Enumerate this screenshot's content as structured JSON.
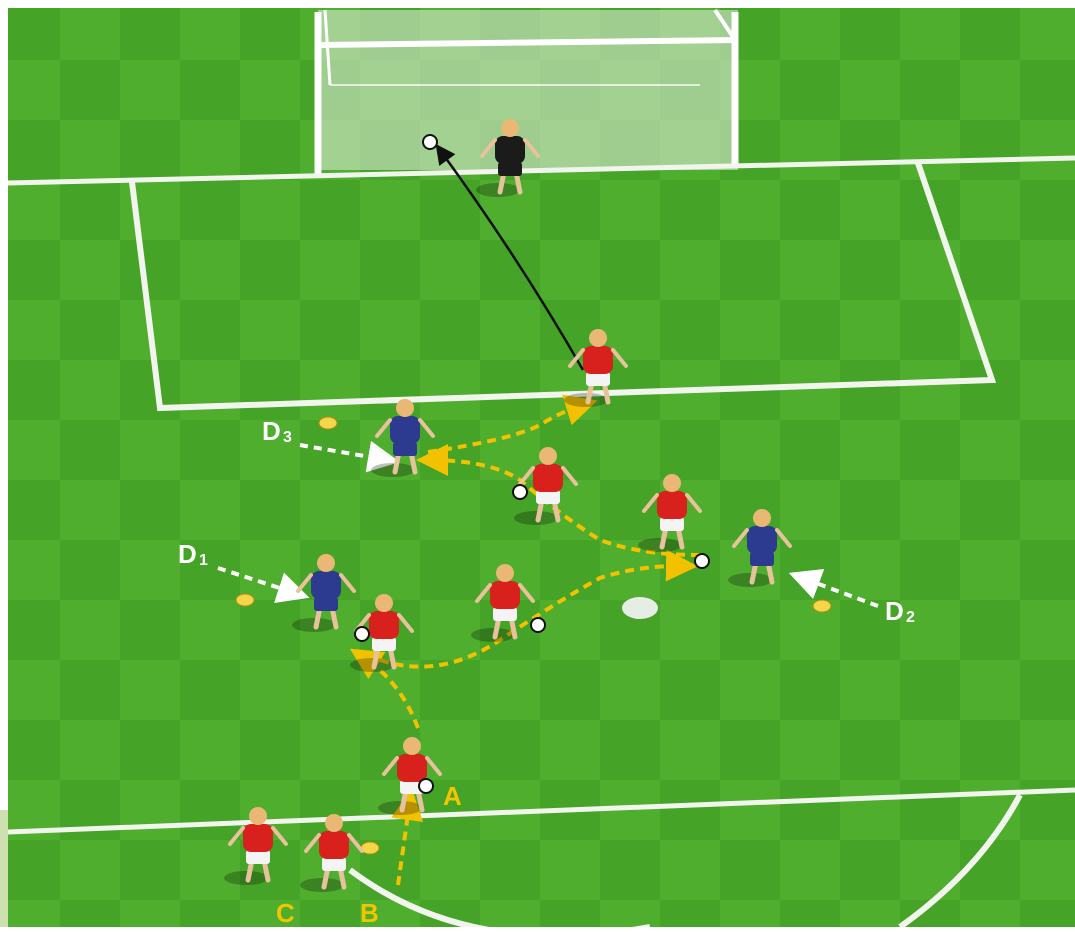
{
  "labels": {
    "d1": {
      "main": "D",
      "sub": "1"
    },
    "d2": {
      "main": "D",
      "sub": "2"
    },
    "d3": {
      "main": "D",
      "sub": "3"
    },
    "a": "A",
    "b": "B",
    "c": "C"
  },
  "colors": {
    "pitch_light": "#4fae2e",
    "pitch_dark": "#3f9a22",
    "line_white": "#f2f5ee",
    "attacker_shirt": "#d8201c",
    "attacker_shorts": "#f4f4f4",
    "defender_kit": "#2c3a8f",
    "keeper_kit": "#1b1b1b",
    "run_arrow": "#f2c200",
    "pass_arrow": "#ffffff",
    "shot_line": "#111111",
    "label_letter": "#f4c400",
    "cone": "#f5d64a"
  },
  "icons": [
    "goal-icon",
    "ball-icon",
    "cone-icon",
    "player-icon"
  ]
}
